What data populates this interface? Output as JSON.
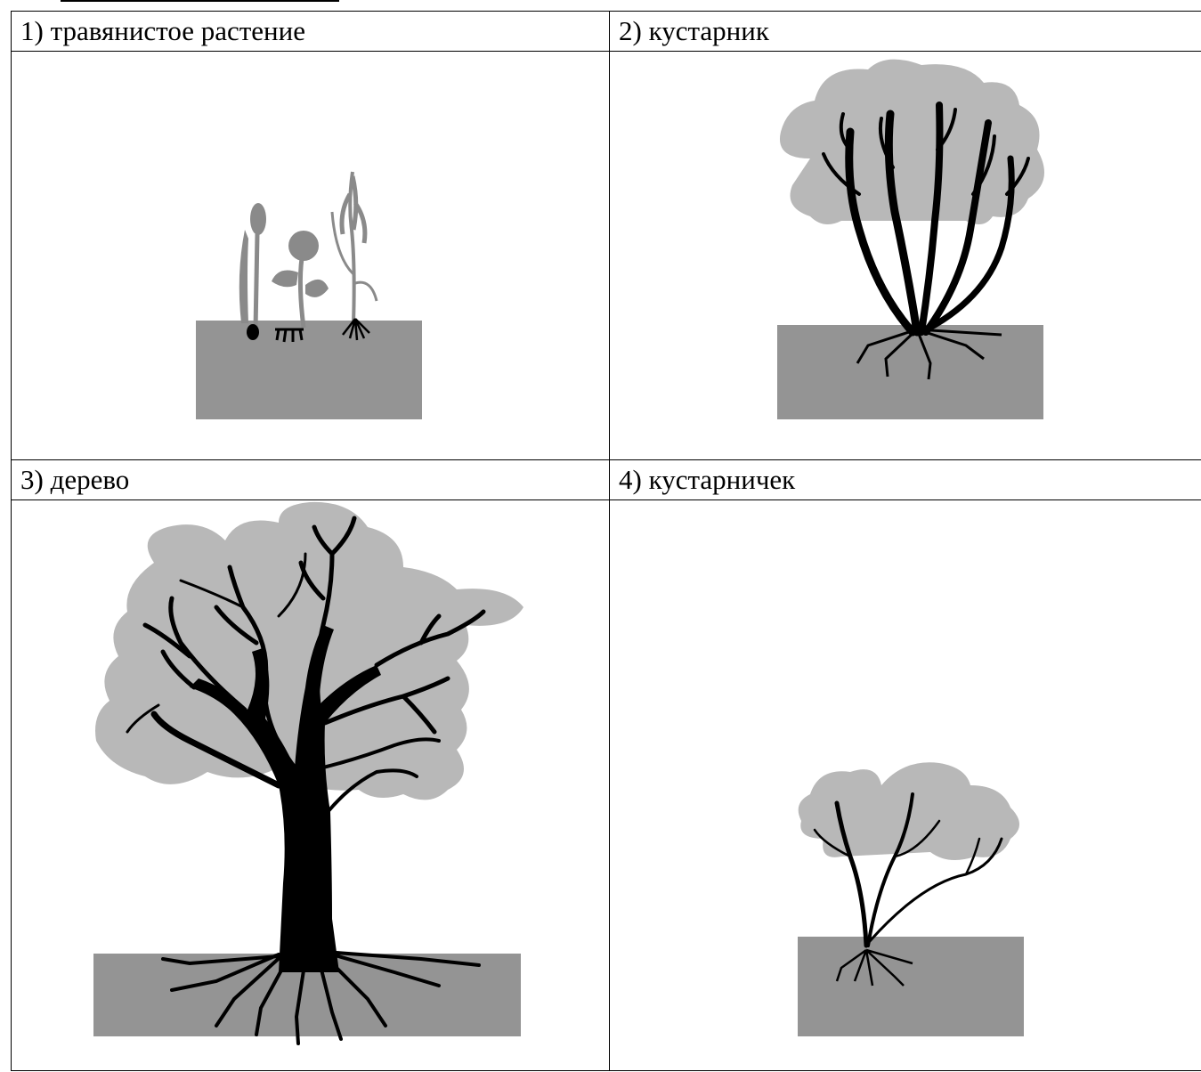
{
  "cells": [
    {
      "label": "1) травянистое растение",
      "image": "herbaceous-plants-illustration"
    },
    {
      "label": "2) кустарник",
      "image": "shrub-illustration"
    },
    {
      "label": "3) дерево",
      "image": "tree-illustration"
    },
    {
      "label": "4) кустарничек",
      "image": "subshrub-illustration"
    }
  ],
  "colors": {
    "soil": "#949494",
    "foliage": "#b8b8b8",
    "trunk": "#000000",
    "herb": "#8a8a8a"
  }
}
